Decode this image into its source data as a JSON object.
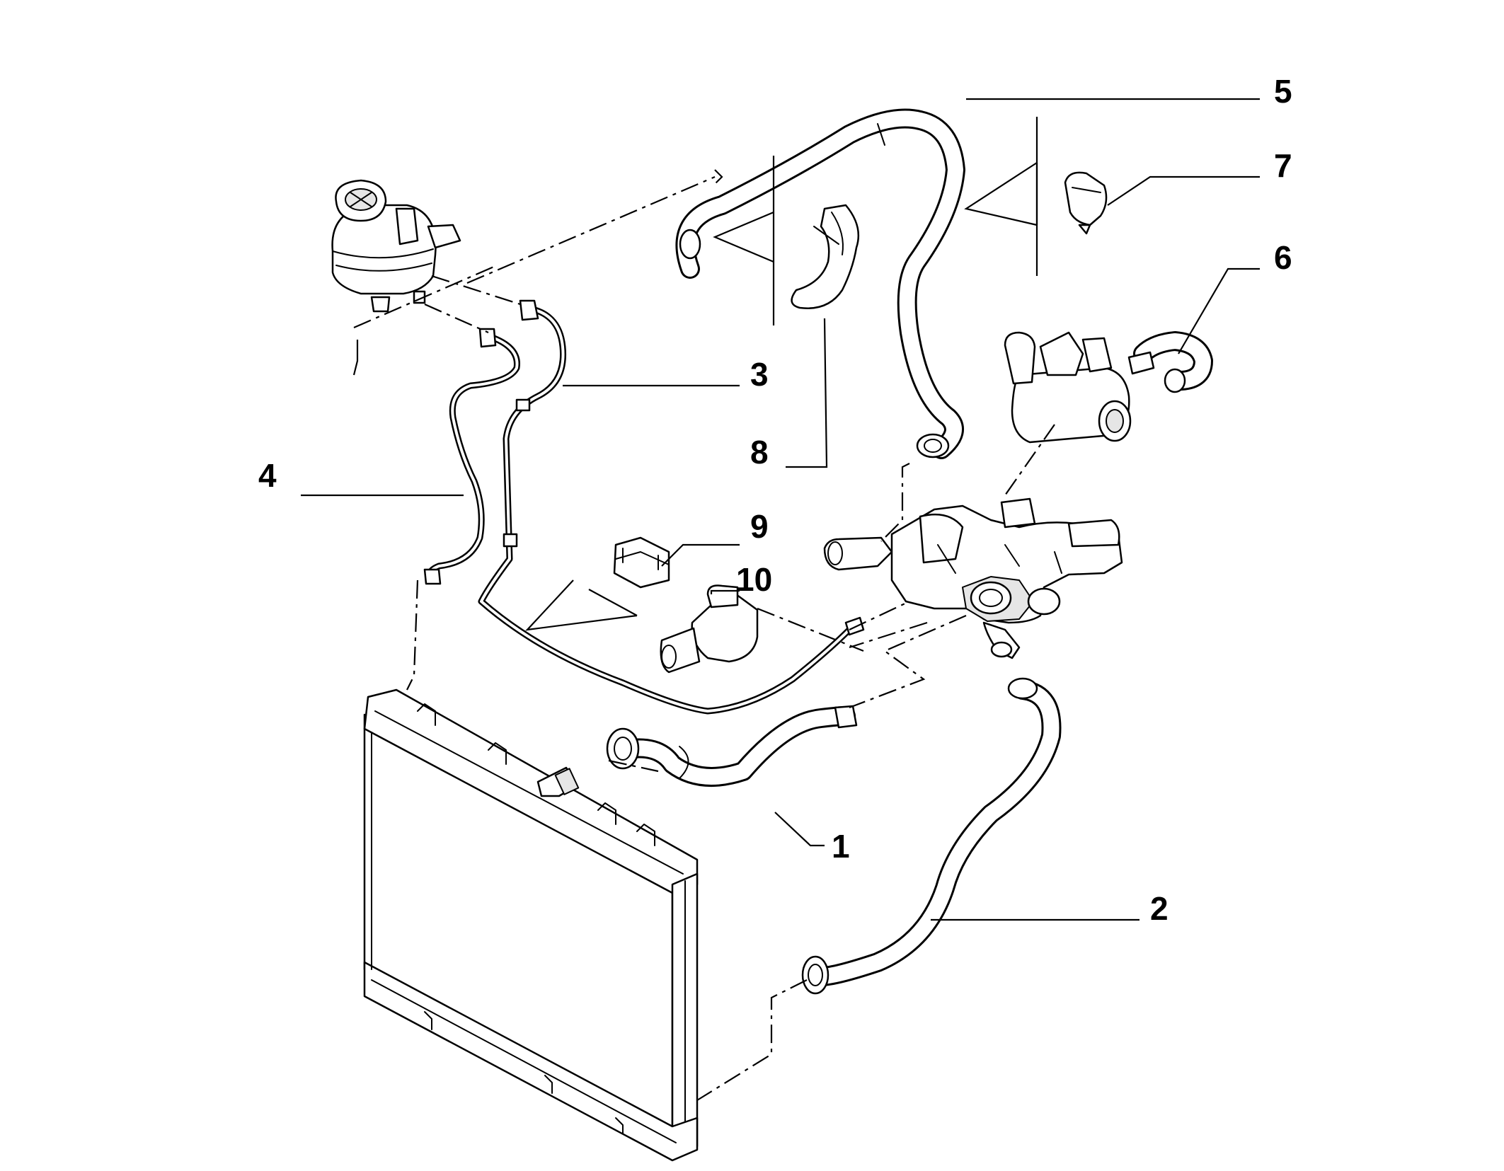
{
  "diagram": {
    "type": "exploded parts diagram",
    "callouts": [
      {
        "id": "1",
        "label": "1"
      },
      {
        "id": "2",
        "label": "2"
      },
      {
        "id": "3",
        "label": "3"
      },
      {
        "id": "4",
        "label": "4"
      },
      {
        "id": "5",
        "label": "5"
      },
      {
        "id": "6",
        "label": "6"
      },
      {
        "id": "7",
        "label": "7"
      },
      {
        "id": "8",
        "label": "8"
      },
      {
        "id": "9",
        "label": "9"
      },
      {
        "id": "10",
        "label": "10"
      }
    ],
    "colors": {
      "line": "#000000",
      "background": "#ffffff"
    }
  }
}
